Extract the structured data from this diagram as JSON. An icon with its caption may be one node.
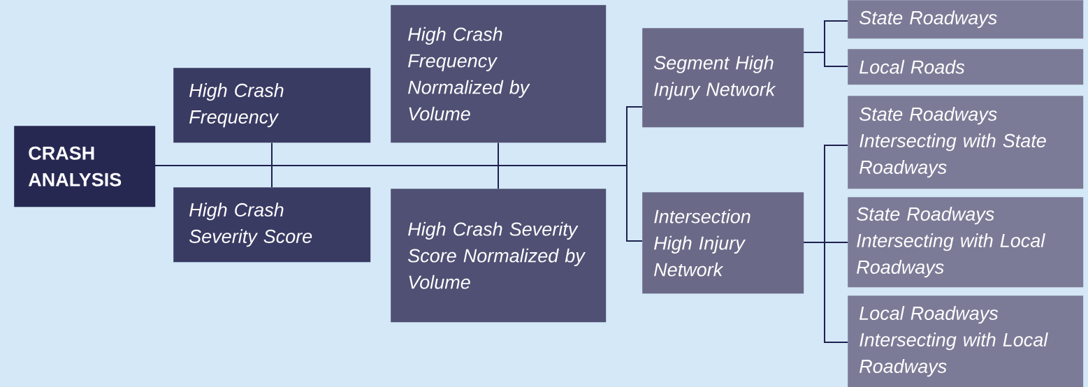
{
  "diagram": {
    "nodes": [
      {
        "text": [
          "CRASH ANALYSIS"
        ]
      },
      {
        "text": [
          "High Crash Frequency"
        ]
      },
      {
        "text": [
          "High Crash Severity Score"
        ]
      },
      {
        "text": [
          "High Crash Frequency Normalized by Volume"
        ]
      },
      {
        "text": [
          "High Crash Severity Score Normalized by Volume"
        ]
      },
      {
        "text": [
          "Segment High Injury Network"
        ]
      },
      {
        "text": [
          "Intersection High Injury Network"
        ]
      },
      {
        "text": [
          "State Roadways"
        ]
      },
      {
        "text": [
          "Local Roads"
        ]
      },
      {
        "text": [
          "State Roadways Intersecting with State Roadways"
        ]
      },
      {
        "text": [
          "State Roadways Intersecting with Local Roadways"
        ]
      },
      {
        "text": [
          "Local Roadways Intersecting with Local Roadways"
        ]
      }
    ],
    "edges": [
      {
        "from": 0,
        "to": 1,
        "arrow": "none"
      },
      {
        "from": 0,
        "to": 2,
        "arrow": "none"
      },
      {
        "from": 0,
        "to": 3,
        "arrow": "none"
      },
      {
        "from": 0,
        "to": 4,
        "arrow": "none"
      },
      {
        "from": 0,
        "to": 5,
        "arrow": "none"
      },
      {
        "from": 0,
        "to": 6,
        "arrow": "none"
      },
      {
        "from": 5,
        "to": 7,
        "arrow": "none"
      },
      {
        "from": 5,
        "to": 8,
        "arrow": "none"
      },
      {
        "from": 6,
        "to": 9,
        "arrow": "none"
      },
      {
        "from": 6,
        "to": 10,
        "arrow": "none"
      },
      {
        "from": 6,
        "to": 11,
        "arrow": "none"
      }
    ]
  }
}
